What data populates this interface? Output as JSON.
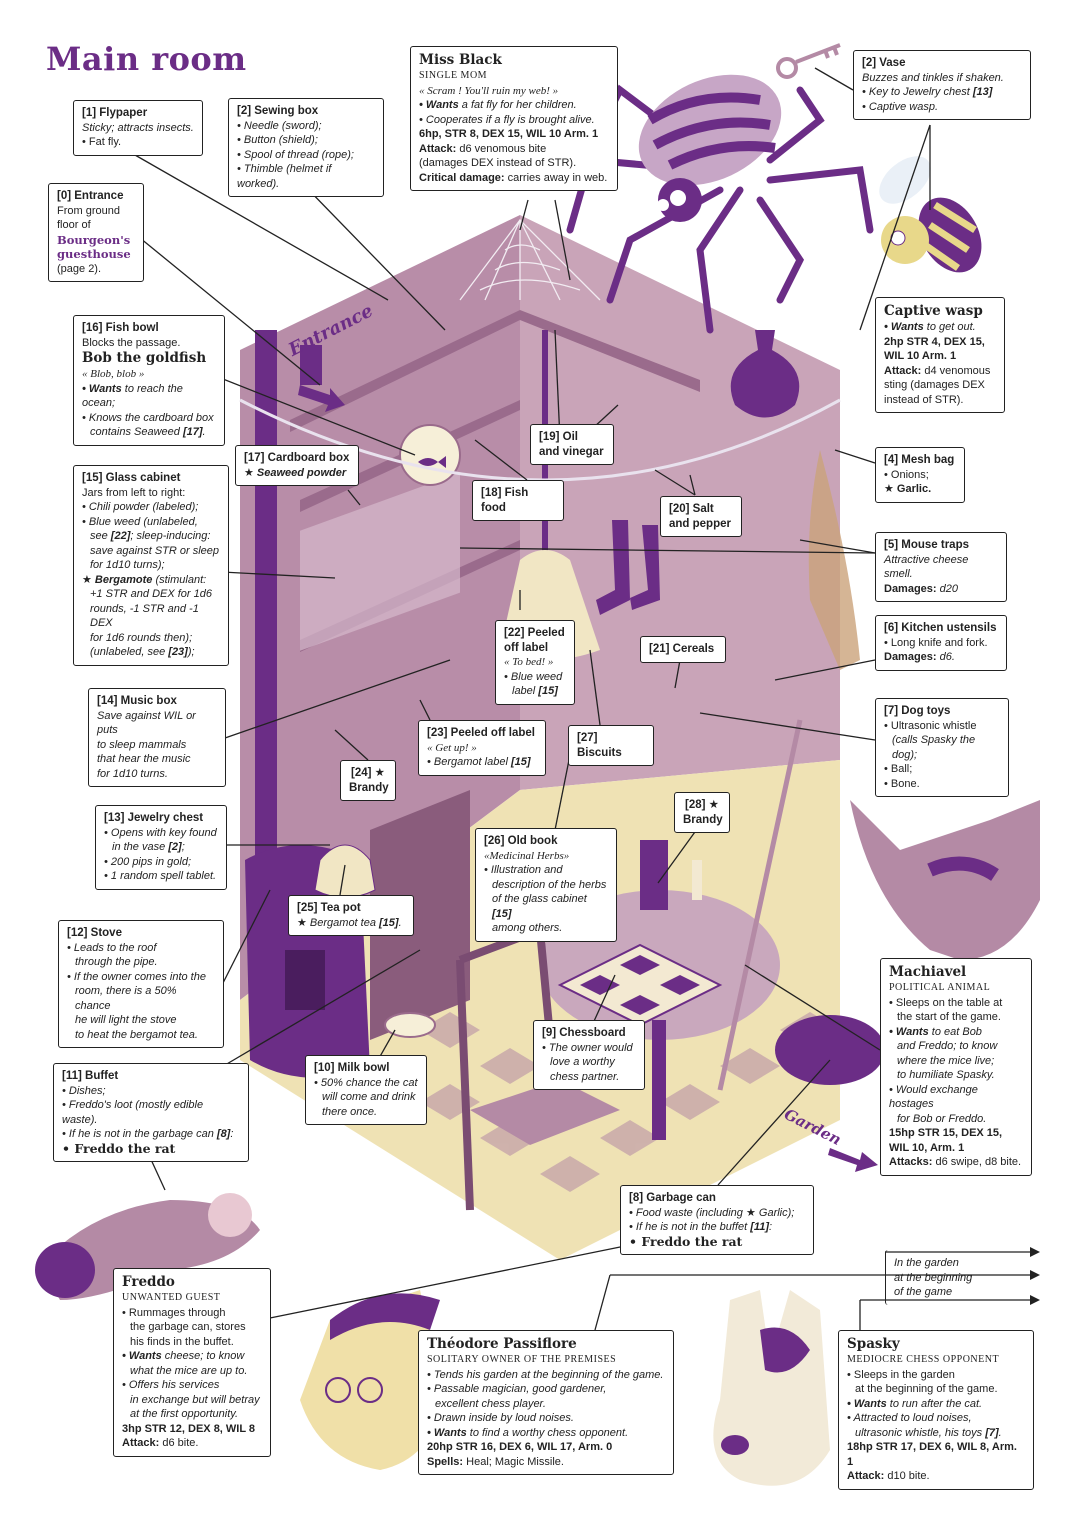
{
  "title": "Main room",
  "colors": {
    "purple": "#6b2d86",
    "mauve": "#b48aa5",
    "cream": "#f6edc8",
    "ink": "#222222"
  },
  "room_labels": {
    "entrance": "Entrance",
    "garden": "Garden"
  },
  "boxes": {
    "b1": {
      "title": "[1] Flypaper",
      "l1": "Sticky; attracts insects.",
      "l2": "• Fat fly."
    },
    "b2sew": {
      "title": "[2] Sewing box",
      "l1": "• Needle (sword);",
      "l2": "• Button (shield);",
      "l3": "• Spool of thread (rope);",
      "l4": "• Thimble (helmet if worked)."
    },
    "b0": {
      "title": "[0] Entrance",
      "l1": "From ground",
      "l2": "floor of",
      "link": "Bourgeon's guesthouse",
      "l3": "(page 2)."
    },
    "bblack": {
      "name": "Miss Black",
      "sub": "Single mom",
      "quote": "« Scram ! You'll ruin my web! »",
      "wants_k": "• Wants",
      "wants": " a fat fly for her children.",
      "l2": "• Cooperates if a fly is brought alive.",
      "stats": "6hp, STR 8, DEX 15, WIL 10 Arm. 1",
      "atk_k": "Attack:",
      "atk": " d6 venomous bite",
      "atk2": "(damages DEX instead of STR).",
      "crit_k": "Critical damage:",
      "crit": " carries away in web."
    },
    "b2vase": {
      "title": "[2] Vase",
      "l1": "Buzzes and tinkles if shaken.",
      "l2": "• Key to Jewelry chest ",
      "l2b": "[13]",
      "l3": "• Captive wasp."
    },
    "b16": {
      "title": "[16] Fish bowl",
      "l1": "Blocks the passage.",
      "name": "Bob the goldfish",
      "quote": "« Blob, blob »",
      "wants_k": "• Wants",
      "wants": " to reach the ocean;",
      "l3": "• Knows the cardboard box",
      "l4": "contains Seaweed ",
      "l4b": "[17]",
      "l4c": "."
    },
    "bwasp": {
      "name": "Captive wasp",
      "wants_k": "• Wants",
      "wants": " to get out.",
      "stats1": "2hp STR 4, DEX 15,",
      "stats2": "WIL 10 Arm. 1",
      "atk_k": "Attack:",
      "atk": " d4 venomous",
      "l3": "sting (damages DEX",
      "l4": "instead of STR)."
    },
    "b19": {
      "l1": "[19] Oil",
      "l2": "and vinegar"
    },
    "b17": {
      "title": "[17] Cardboard box",
      "l1": "Seaweed powder"
    },
    "b18": {
      "l1": "[18] Fish food"
    },
    "b4": {
      "title": "[4] Mesh bag",
      "l1": "• Onions;",
      "l2": "Garlic."
    },
    "b15": {
      "title": "[15] Glass cabinet",
      "l1": "Jars from left to right:",
      "l2": "• Chili powder (labeled);",
      "l3": "• Blue weed (unlabeled,",
      "l4": "see ",
      "l4b": "[22]",
      "l4c": "; sleep-inducing:",
      "l5": "save against STR or sleep",
      "l6": "for 1d10 turns);",
      "l7": "Bergamote",
      "l7b": " (stimulant:",
      "l8": "+1 STR and DEX for 1d6",
      "l9": "rounds, -1 STR and -1 DEX",
      "l10": "for 1d6 rounds then);",
      "l11": "(unlabeled, see ",
      "l11b": "[23]",
      "l11c": ");"
    },
    "b20": {
      "l1": "[20] Salt",
      "l2": "and pepper"
    },
    "b5": {
      "title": "[5] Mouse traps",
      "l1": "Attractive cheese smell.",
      "l2k": "Damages:",
      "l2": " d20"
    },
    "b22": {
      "title1": "[22] Peeled",
      "title2": "off label",
      "quote": "« To bed! »",
      "l1": "• Blue weed",
      "l2": "label ",
      "l2b": "[15]"
    },
    "b21": {
      "l1": "[21] Cereals"
    },
    "b6": {
      "title": "[6] Kitchen ustensils",
      "l1": "• Long knife and fork.",
      "l2k": "Damages:",
      "l2": " d6."
    },
    "b14": {
      "title": "[14] Music box",
      "l1": "Save against WIL or puts",
      "l2": "to sleep mammals",
      "l3": "that hear the music",
      "l4": "for 1d10 turns."
    },
    "b23": {
      "title": "[23] Peeled off label",
      "quote": "« Get up! »",
      "l1": "• Bergamot label ",
      "l1b": "[15]"
    },
    "b27": {
      "l1": "[27] Biscuits"
    },
    "b7": {
      "title": "[7] Dog toys",
      "l1": "• Ultrasonic whistle",
      "l2": "(calls Spasky the dog);",
      "l3": "• Ball;",
      "l4": "• Bone."
    },
    "b24": {
      "l1": "[24]",
      "l2": "Brandy"
    },
    "b13": {
      "title": "[13] Jewelry chest",
      "l1": "• Opens with key found",
      "l2": "in the vase ",
      "l2b": "[2]",
      "l2c": ";",
      "l3": "• 200 pips in gold;",
      "l4": "• 1 random spell tablet."
    },
    "b28": {
      "l1": "[28]",
      "l2": "Brandy"
    },
    "b26": {
      "title": "[26] Old book",
      "quote": "«Medicinal Herbs»",
      "l1": "• Illustration and",
      "l2": "description of the herbs",
      "l3": "of the glass cabinet ",
      "l3b": "[15]",
      "l4": "among others."
    },
    "b25": {
      "title": "[25] Tea pot",
      "l1": "Bergamot tea ",
      "l1b": "[15]",
      "l1c": "."
    },
    "b12": {
      "title": "[12] Stove",
      "l1": "• Leads to the roof",
      "l2": "through the pipe.",
      "l3": "• If the owner comes into the",
      "l4": "room, there is a 50% chance",
      "l5": "he will light the stove",
      "l6": "to heat the bergamot tea."
    },
    "bmach": {
      "name": "Machiavel",
      "sub": "Political animal",
      "l1": "• Sleeps on the table at",
      "l2": "the start of the game.",
      "wants_k": "• Wants",
      "wants": " to eat Bob",
      "l3": "and Freddo; to know",
      "l4": "where the mice live;",
      "l5": "to humiliate Spasky.",
      "l6": "• Would exchange hostages",
      "l7": "for Bob or Freddo.",
      "stats1": "15hp STR 15, DEX 15,",
      "stats2": "WIL 10, Arm. 1",
      "atk_k": "Attacks:",
      "atk": " d6 swipe, d8 bite."
    },
    "b9": {
      "title": "[9] Chessboard",
      "l1": "• The owner would",
      "l2": "love a worthy",
      "l3": "chess partner."
    },
    "b11": {
      "title": "[11] Buffet",
      "l1": "• Dishes;",
      "l2": "• Freddo's loot (mostly edible waste).",
      "l3": "• If he is not in the garbage can ",
      "l3b": "[8]",
      "l3c": ":",
      "rat": "• Freddo the rat"
    },
    "b10": {
      "title": "[10] Milk bowl",
      "l1": "• 50% chance the cat",
      "l2": "will come and drink",
      "l3": "there once."
    },
    "b8": {
      "title": "[8] Garbage can",
      "l1": "• Food waste (including ",
      "l1b": "Garlic);",
      "l2": "• If he is not in the buffet ",
      "l2b": "[11]",
      "l2c": ":",
      "rat": "• Freddo the rat"
    },
    "bgarden": {
      "l1": "In the garden",
      "l2": "at the beginning",
      "l3": "of the game"
    },
    "bfreddo": {
      "name": "Freddo",
      "sub": "Unwanted guest",
      "l1": "• Rummages through",
      "l2": "the garbage can, stores",
      "l3": "his finds in the buffet.",
      "wants_k": "• Wants",
      "wants": " cheese; to know",
      "l4": "what the mice are up to.",
      "l5": "• Offers his services",
      "l6": "in exchange but will betray",
      "l7": "at the first opportunity.",
      "stats": "3hp STR 12, DEX 8, WIL 8",
      "atk_k": "Attack:",
      "atk": " d6 bite."
    },
    "btheo": {
      "name": "Théodore Passiflore",
      "sub": "Solitary owner of the premises",
      "l1": "• Tends his garden at the beginning of the game.",
      "l2": "• Passable magician, good gardener,",
      "l3": "excellent chess player.",
      "l4": "• Drawn inside by loud noises.",
      "wants_k": "• Wants",
      "wants": " to find a worthy chess opponent.",
      "stats": "20hp STR 16, DEX 6, WIL 17, Arm. 0",
      "sp_k": "Spells:",
      "sp": " Heal; Magic Missile."
    },
    "bspasky": {
      "name": "Spasky",
      "sub": "Mediocre chess opponent",
      "l1": "• Sleeps in the garden",
      "l2": "at the beginning of the game.",
      "wants_k": "• Wants",
      "wants": " to run after the cat.",
      "l3": "• Attracted to loud noises,",
      "l4": "ultrasonic whistle, his toys ",
      "l4b": "[7]",
      "l4c": ".",
      "stats": "18hp STR 17, DEX 6, WIL 8, Arm. 1",
      "atk_k": "Attack:",
      "atk": " d10 bite."
    }
  }
}
